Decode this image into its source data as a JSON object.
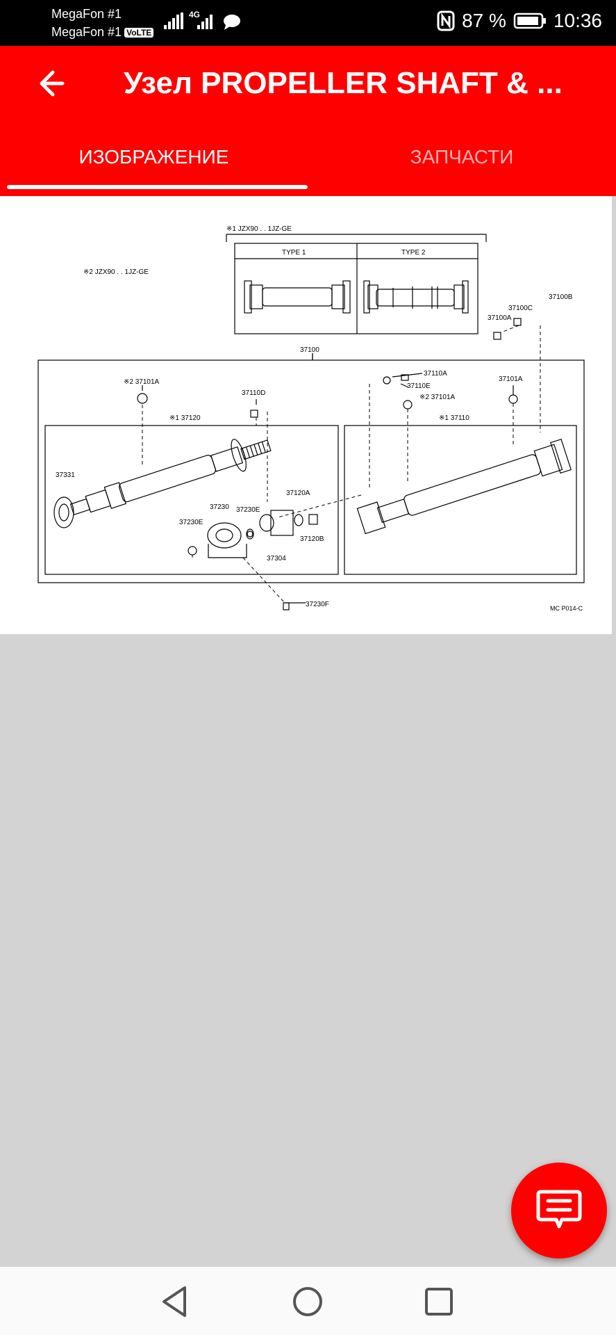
{
  "status": {
    "carrier1": "MegaFon #1",
    "carrier2": "MegaFon #1",
    "volte": "VoLTE",
    "network": "4G",
    "battery": "87 %",
    "time": "10:36"
  },
  "appbar": {
    "title": "Узел PROPELLER SHAFT & ...",
    "tabs": [
      {
        "label": "ИЗОБРАЖЕНИЕ",
        "active": true
      },
      {
        "label": "ЗАПЧАСТИ",
        "active": false
      }
    ]
  },
  "diagram": {
    "note1": "※1 JZX90 . . 1JZ-GE",
    "note2": "※2 JZX90 . . 1JZ-GE",
    "type1": "TYPE 1",
    "type2": "TYPE 2",
    "ref": "MC P014-C",
    "labels": {
      "p37100": "37100",
      "p37100A": "37100A",
      "p37100B": "37100B",
      "p37100C": "37100C",
      "p37101A_left": "※2 37101A",
      "p37101A_right": "37101A",
      "p37101A_mid": "※2 37101A",
      "p37110": "※1 37110",
      "p37110A": "37110A",
      "p37110D": "37110D",
      "p37110E": "37110E",
      "p37120": "※1 37120",
      "p37120A": "37120A",
      "p37120B": "37120B",
      "p37230": "37230",
      "p37230E_a": "37230E",
      "p37230E_b": "37230E",
      "p37230F": "37230F",
      "p37304": "37304",
      "p37331": "37331"
    }
  },
  "colors": {
    "accent": "#ff0000",
    "background": "#d3d3d3"
  }
}
